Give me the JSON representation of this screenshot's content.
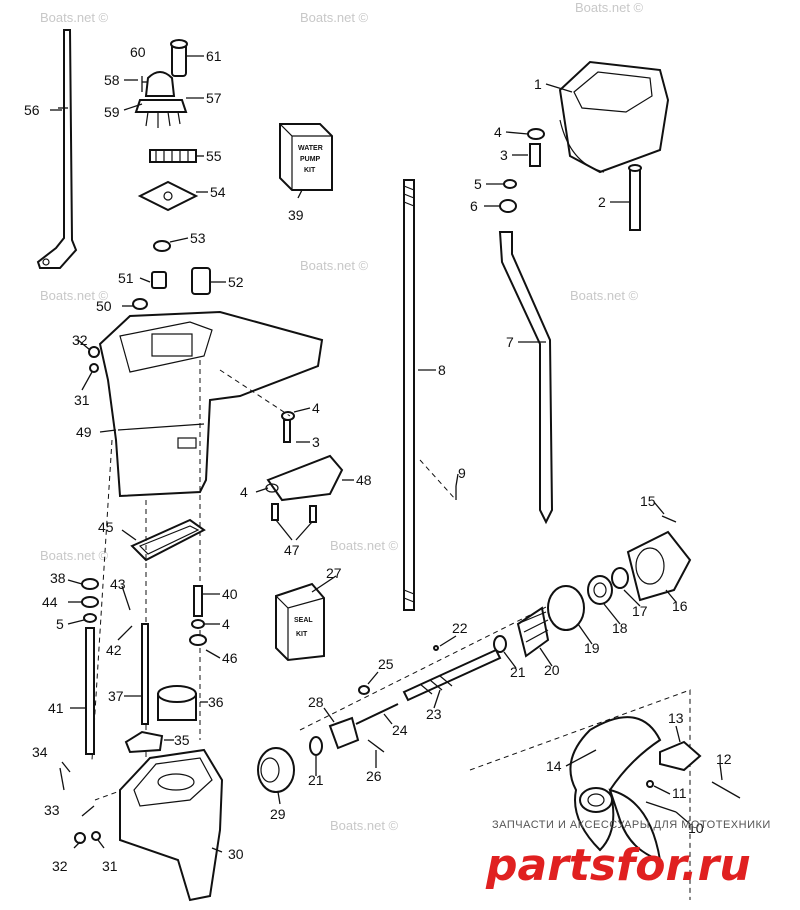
{
  "watermark": "Boats.net ©",
  "footer": {
    "caption": "ЗАПЧАСТИ И АКСЕССУАРЫ ДЛЯ МОТОТЕХНИКИ",
    "brand": "partsfor.ru"
  },
  "kits": {
    "water_pump": [
      "WATER",
      "PUMP",
      "KIT"
    ],
    "seal": [
      "SEAL",
      "KIT"
    ]
  },
  "callouts": [
    "1",
    "2",
    "3",
    "4",
    "5",
    "6",
    "7",
    "8",
    "9",
    "10",
    "11",
    "12",
    "13",
    "14",
    "15",
    "16",
    "17",
    "18",
    "19",
    "20",
    "21",
    "22",
    "23",
    "24",
    "25",
    "26",
    "27",
    "28",
    "29",
    "30",
    "31",
    "32",
    "33",
    "34",
    "35",
    "36",
    "37",
    "38",
    "39",
    "40",
    "41",
    "42",
    "43",
    "44",
    "45",
    "46",
    "47",
    "48",
    "49",
    "50",
    "51",
    "52",
    "53",
    "54",
    "55",
    "56",
    "57",
    "58",
    "59",
    "60",
    "61"
  ],
  "colors": {
    "line": "#111111",
    "brand": "#e02020",
    "watermark": "#c8c8c8"
  }
}
